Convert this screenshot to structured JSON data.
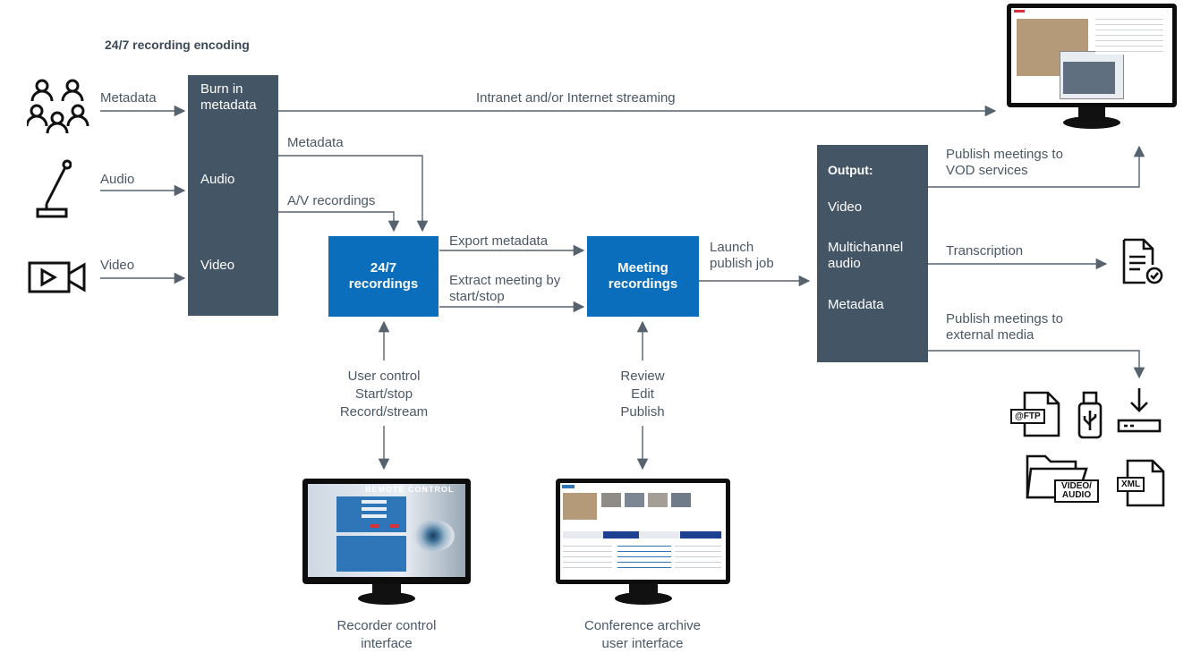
{
  "title": "24/7 recording encoding",
  "inputs": {
    "metadata": "Metadata",
    "audio": "Audio",
    "video": "Video"
  },
  "encoder_box": {
    "burn_in": "Burn in metadata",
    "audio": "Audio",
    "video": "Video"
  },
  "flows": {
    "streaming": "Intranet and/or Internet streaming",
    "metadata": "Metadata",
    "av_recordings": "A/V recordings",
    "export_metadata": "Export metadata",
    "extract_meeting": "Extract meeting by start/stop",
    "launch_publish": "Launch publish job",
    "publish_vod": "Publish meetings to VOD services",
    "transcription": "Transcription",
    "publish_external": "Publish meetings to external media"
  },
  "recordings_247": "24/7 recordings",
  "meeting_recordings": "Meeting recordings",
  "output_box": {
    "title": "Output:",
    "video": "Video",
    "multichannel": "Multichannel audio",
    "metadata": "Metadata"
  },
  "user_control": {
    "line1": "User control",
    "line2": "Start/stop",
    "line3": "Record/stream"
  },
  "review": {
    "line1": "Review",
    "line2": "Edit",
    "line3": "Publish"
  },
  "recorder_interface": {
    "line1": "Recorder control",
    "line2": "interface",
    "screen_title": "REMOTE CONTROL"
  },
  "archive_interface": {
    "line1": "Conference archive",
    "line2": "user interface"
  },
  "media_badges": {
    "ftp": "@FTP",
    "video_audio": "VIDEO/ AUDIO",
    "xml": "XML"
  },
  "icons": [
    "people-icon",
    "microphone-icon",
    "video-camera-icon",
    "transcription-doc-icon",
    "ftp-file-icon",
    "usb-stick-icon",
    "download-device-icon",
    "folder-icon",
    "xml-file-icon",
    "monitor-icon"
  ],
  "colors": {
    "dark_box": "#445565",
    "blue_box": "#0a6ebd",
    "line": "#56626d"
  }
}
